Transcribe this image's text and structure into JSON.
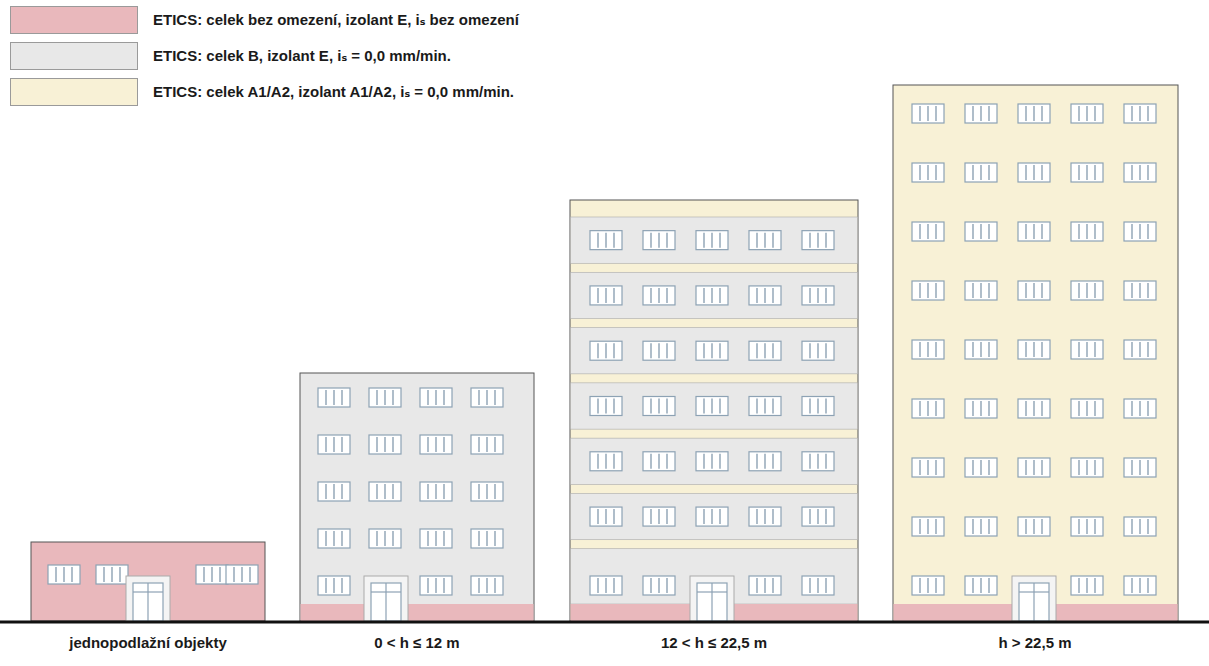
{
  "diagram": {
    "labels": [
      "jednopodlažní objekty",
      "0 < h ≤ 12 m",
      "12 < h ≤ 22,5 m",
      "h > 22,5 m"
    ],
    "legend": [
      {
        "text": "ETICS: celek bez omezení, izolant E, iₛ bez omezení",
        "color": "#e9b8bc"
      },
      {
        "text": "ETICS: celek B, izolant E, iₛ = 0,0 mm/min.",
        "color": "#e8e8e8"
      },
      {
        "text": "ETICS: celek A1/A2, izolant A1/A2, iₛ = 0,0 mm/min.",
        "color": "#f8f1d6"
      }
    ]
  }
}
